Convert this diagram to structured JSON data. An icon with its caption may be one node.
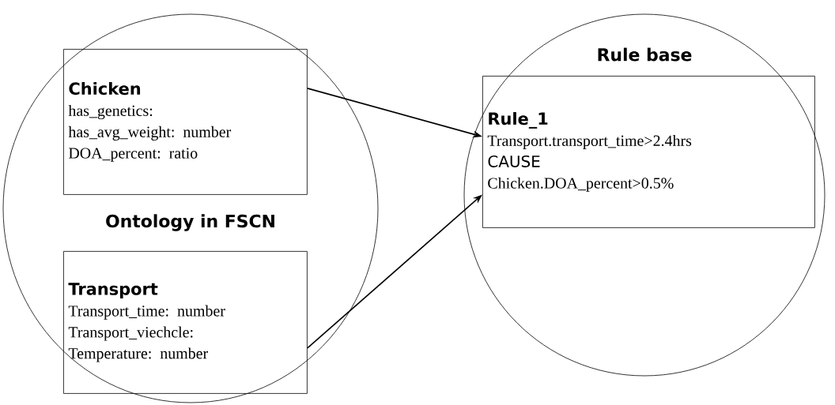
{
  "diagram": {
    "nodes": [
      {
        "text": [
          "Ontology in FSCN"
        ]
      },
      {
        "text": [
          "Chicken",
          "has_genetics:",
          "has_avg_weight: number",
          "DOA_percent: ratio"
        ],
        "in": 0
      },
      {
        "text": [
          "Transport",
          "Transport_time: number",
          "Transport_viechcle:",
          "Temperature: number"
        ],
        "in": 0
      },
      {
        "text": [
          "Rule base"
        ]
      },
      {
        "text": [
          "Rule_1",
          "Transport.transport_time>2.4hrs",
          "CAUSE",
          "Chicken.DOA_percent>0.5%"
        ],
        "in": 3
      }
    ],
    "edges": [
      {
        "from": 1,
        "to": 4,
        "arrow": "to"
      },
      {
        "from": 2,
        "to": 4,
        "arrow": "to"
      }
    ]
  }
}
